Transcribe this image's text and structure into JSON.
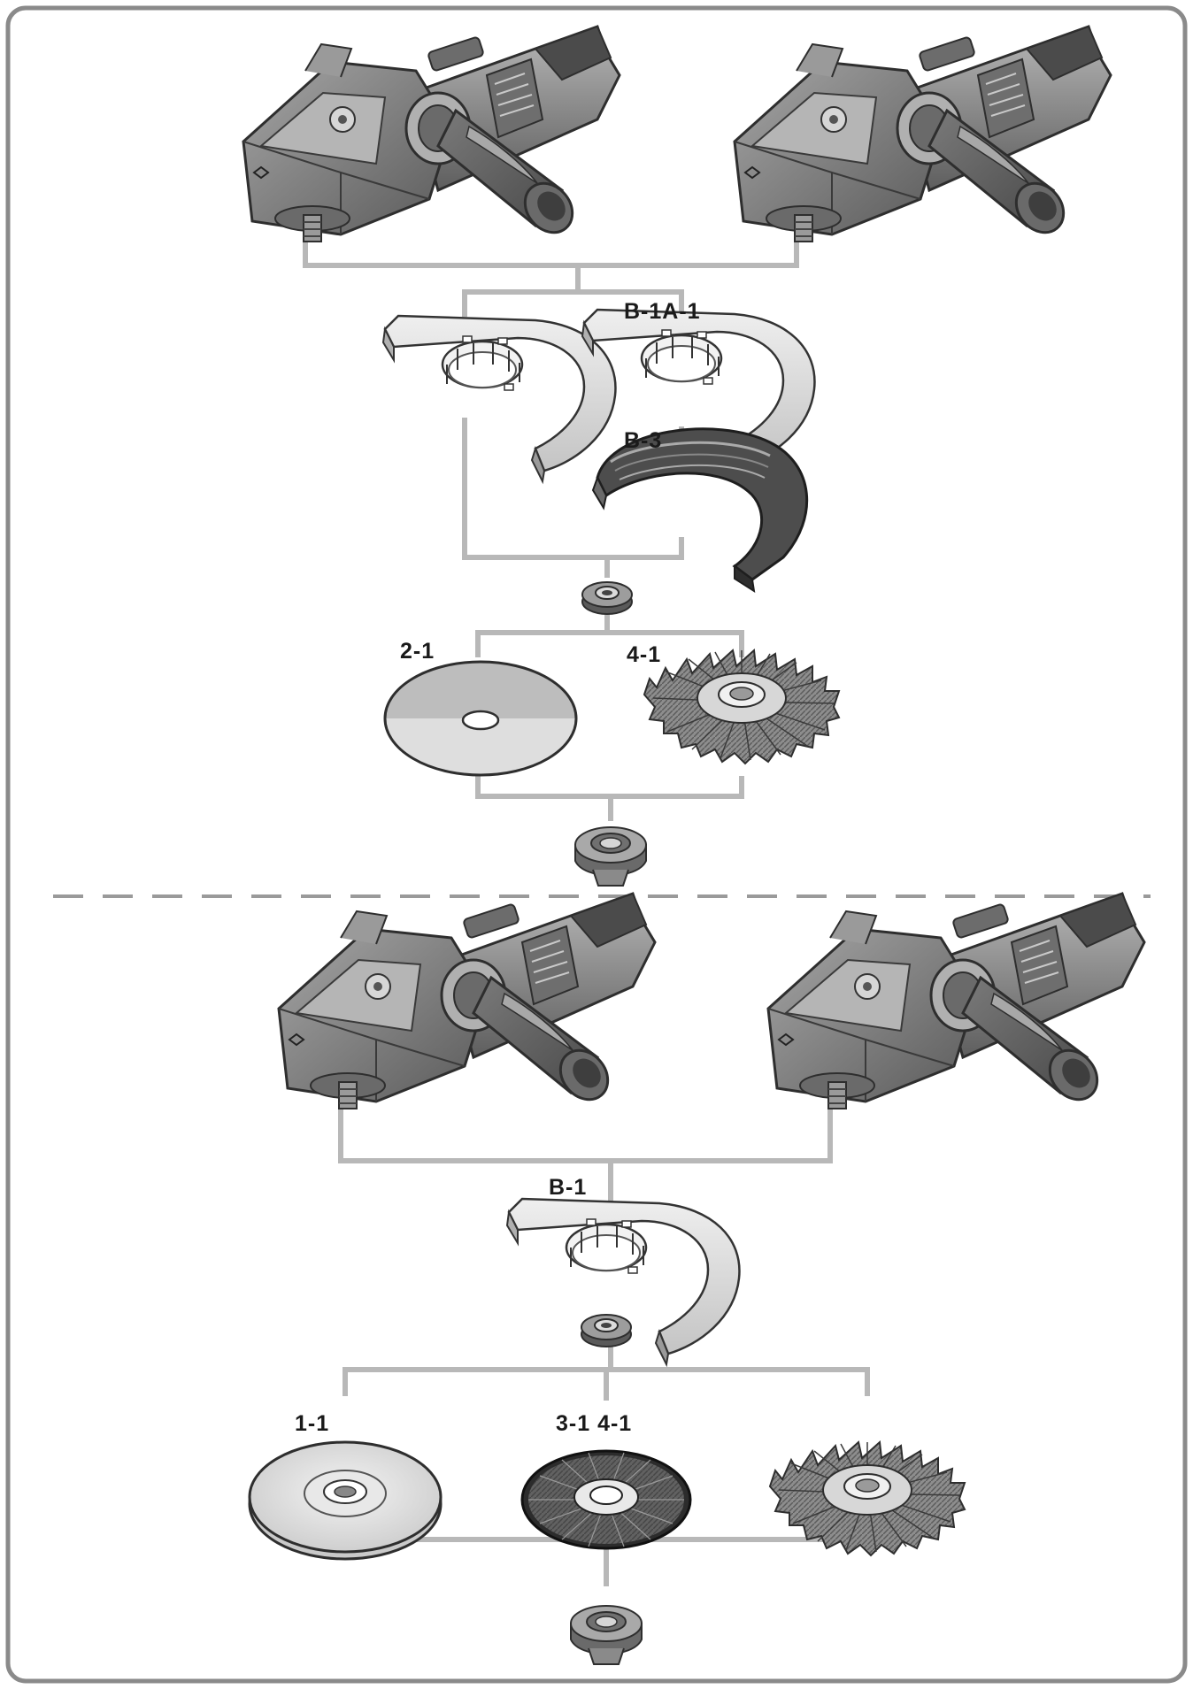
{
  "labels": {
    "b1a1": "B-1A-1",
    "b3": "B-3",
    "l21": "2-1",
    "l41_top": "4-1",
    "b1": "B-1",
    "l11": "1-1",
    "l31_41": "3-1 4-1"
  },
  "icons": {
    "grinder": "angle-grinder-icon",
    "guard": "wheel-guard-icon",
    "flange": "mounting-flange-icon",
    "nut": "clamping-nut-icon",
    "cutting_disc": "cutting-disc-icon",
    "flap_wheel": "wire-brush-icon",
    "backing_pad": "backing-pad-icon",
    "fibre_disc": "fibre-disc-icon"
  },
  "colors": {
    "frame": "#8a8a8a",
    "connector": "#b8b8b8",
    "tool_body": "#8c8c8c",
    "tool_dark": "#3c3c3c",
    "dashed_divider": "#9a9a9a"
  }
}
